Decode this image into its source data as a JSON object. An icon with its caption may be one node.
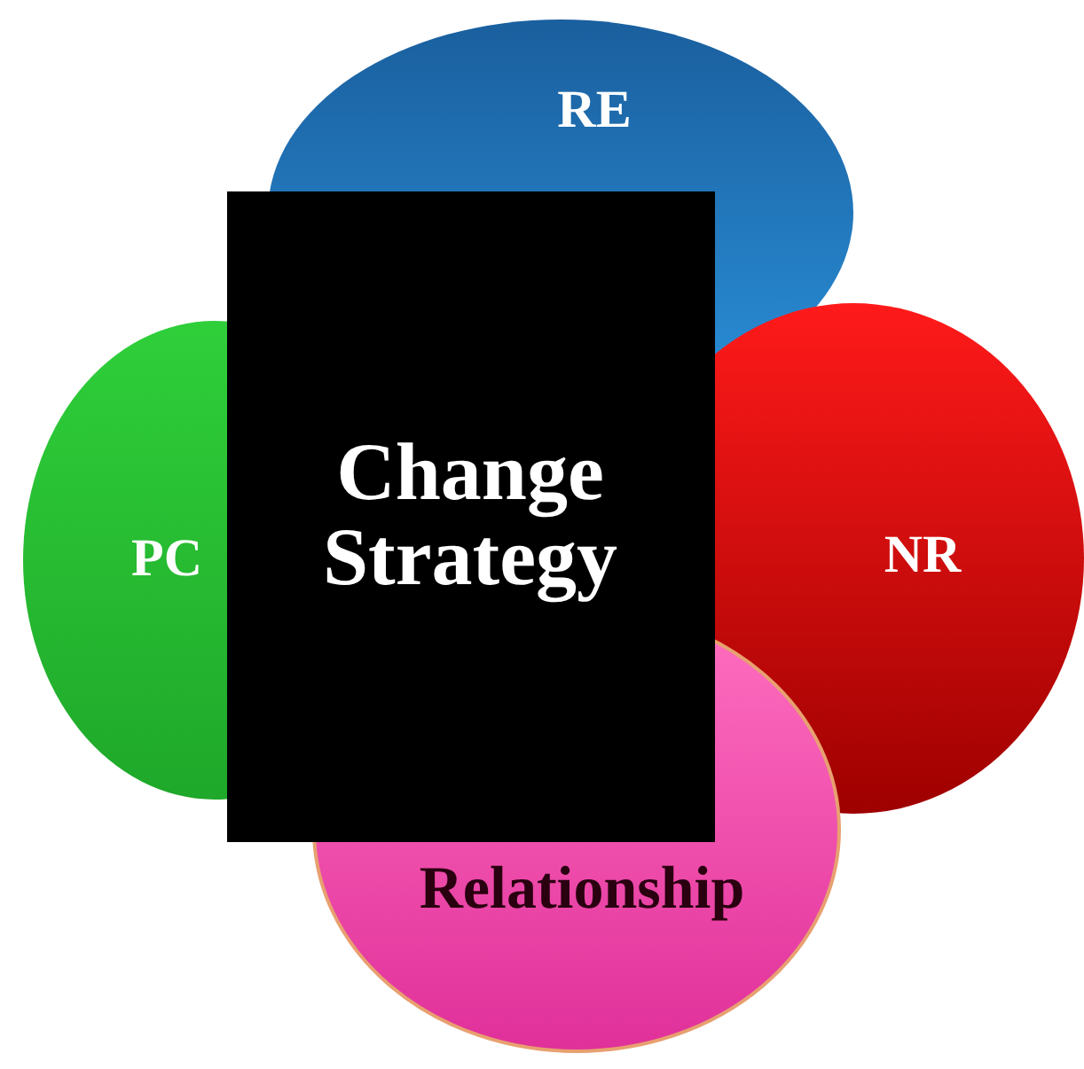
{
  "diagram": {
    "nodes": [
      {
        "text": [
          "RE"
        ]
      },
      {
        "text": [
          "PC"
        ]
      },
      {
        "text": [
          "Change Strategy"
        ]
      },
      {
        "text": [
          "NR"
        ]
      },
      {
        "text": [
          "Relationship"
        ]
      }
    ]
  }
}
